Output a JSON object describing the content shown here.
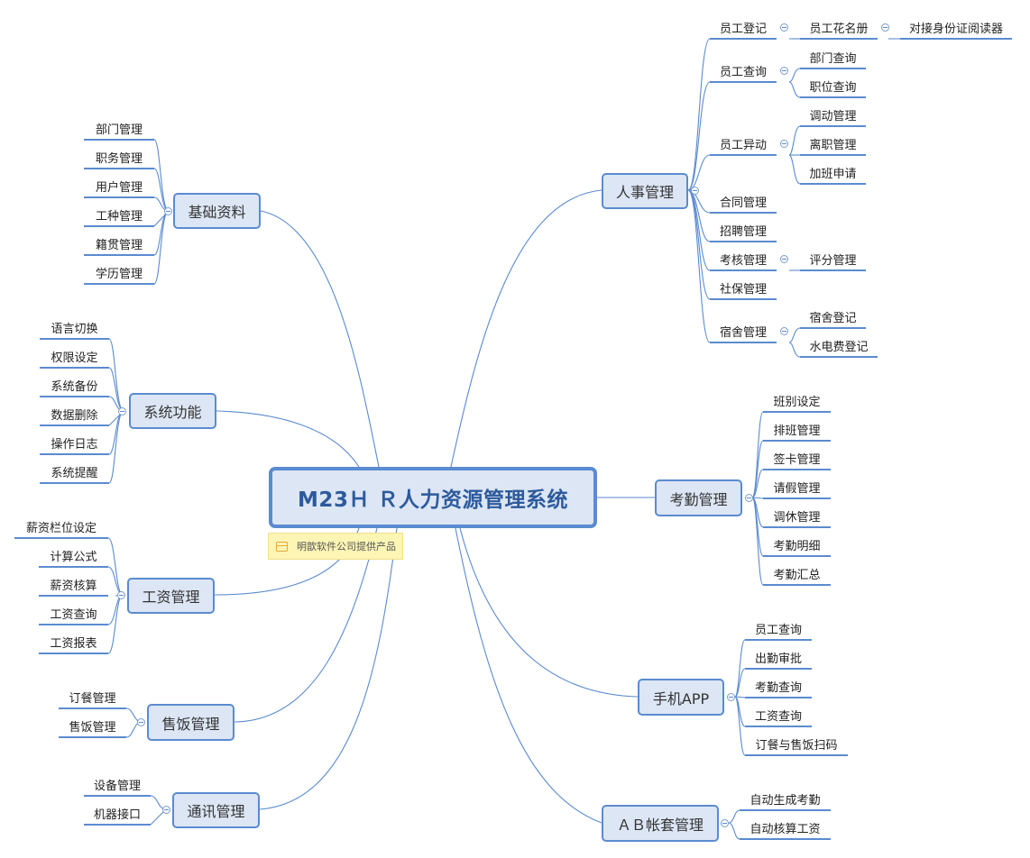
{
  "central": {
    "title": "M23Ｈ Ｒ人力资源管理系统",
    "note": "明歆软件公司提供产品"
  },
  "branches": {
    "jichu": {
      "label": "基础资料",
      "items": [
        "部门管理",
        "职务管理",
        "用户管理",
        "工种管理",
        "籍贯管理",
        "学历管理"
      ]
    },
    "xitong": {
      "label": "系统功能",
      "items": [
        "语言切换",
        "权限设定",
        "系统备份",
        "数据删除",
        "操作日志",
        "系统提醒"
      ]
    },
    "gongzi": {
      "label": "工资管理",
      "items": [
        "薪资栏位设定",
        "计算公式",
        "薪资核算",
        "工资查询",
        "工资报表"
      ]
    },
    "shoufan": {
      "label": "售饭管理",
      "items": [
        "订餐管理",
        "售饭管理"
      ]
    },
    "tongxun": {
      "label": "通讯管理",
      "items": [
        "设备管理",
        "机器接口"
      ]
    },
    "renshi": {
      "label": "人事管理",
      "items": [
        "员工登记",
        "员工查询",
        "员工异动",
        "合同管理",
        "招聘管理",
        "考核管理",
        "社保管理",
        "宿舍管理"
      ],
      "sub": {
        "dengji": [
          "员工花名册"
        ],
        "huamingce": [
          "对接身份证阅读器"
        ],
        "chaxun": [
          "部门查询",
          "职位查询"
        ],
        "yidong": [
          "调动管理",
          "离职管理",
          "加班申请"
        ],
        "kaohe": [
          "评分管理"
        ],
        "sushe": [
          "宿舍登记",
          "水电费登记"
        ]
      }
    },
    "kaoqin": {
      "label": "考勤管理",
      "items": [
        "班别设定",
        "排班管理",
        "签卡管理",
        "请假管理",
        "调休管理",
        "考勤明细",
        "考勤汇总"
      ]
    },
    "app": {
      "label": "手机APP",
      "items": [
        "员工查询",
        "出勤审批",
        "考勤查询",
        "工资查询",
        "订餐与售饭扫码"
      ]
    },
    "ab": {
      "label": "ＡＢ帐套管理",
      "items": [
        "自动生成考勤",
        "自动核算工资"
      ]
    }
  }
}
